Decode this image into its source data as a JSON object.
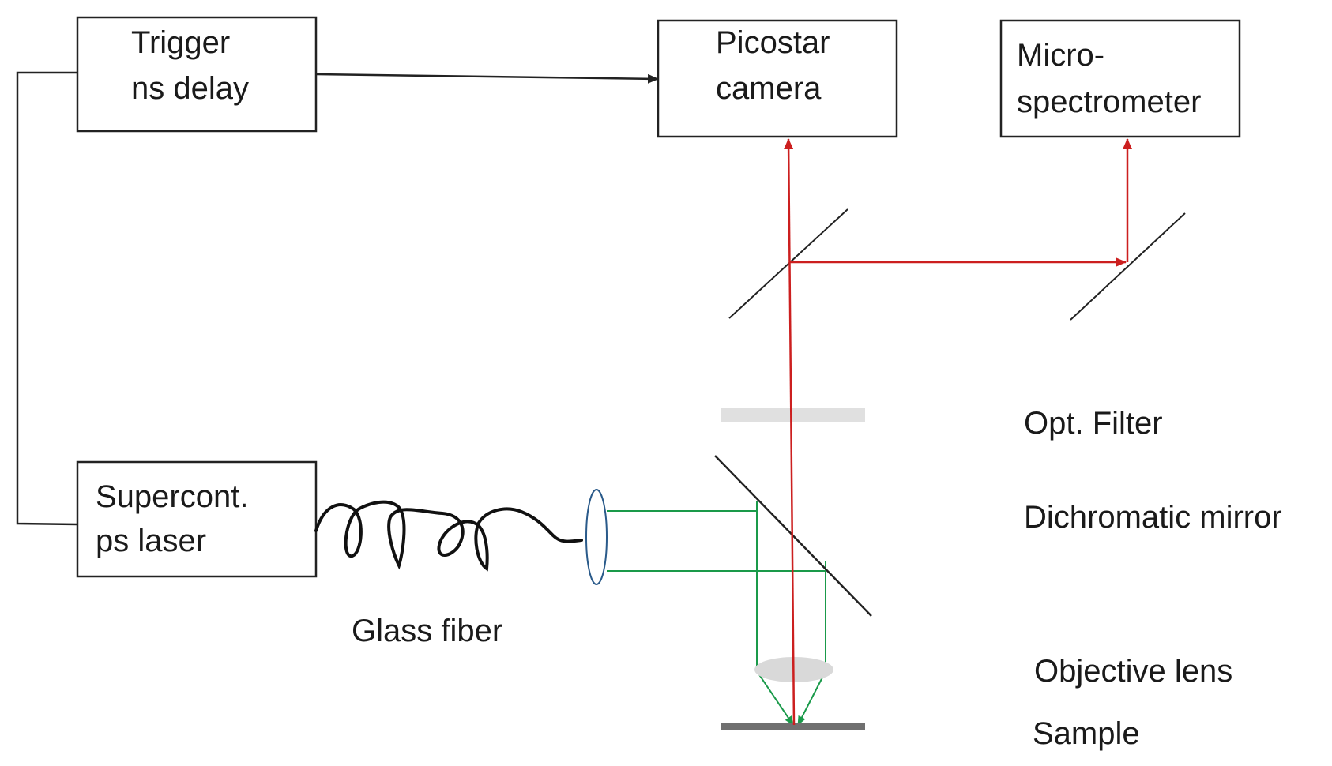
{
  "boxes": {
    "trigger": {
      "line1": "Trigger",
      "line2": "ns delay"
    },
    "camera": {
      "line1": "Picostar",
      "line2": "camera"
    },
    "spectrometer": {
      "line1": "Micro-",
      "line2": "spectrometer"
    },
    "laser": {
      "line1": "Supercont.",
      "line2": "ps laser"
    }
  },
  "labels": {
    "fiber": "Glass fiber",
    "filter": "Opt. Filter",
    "dichroic": "Dichromatic mirror",
    "objective": "Objective  lens",
    "sample": "Sample"
  },
  "colors": {
    "line": "#222222",
    "emission": "#cc1f1f",
    "excitation": "#1a9a4a",
    "lens_outline": "#2a5a8a",
    "filter": "#e0e0e0",
    "objective": "#d9d9d9",
    "sample": "#707070"
  }
}
